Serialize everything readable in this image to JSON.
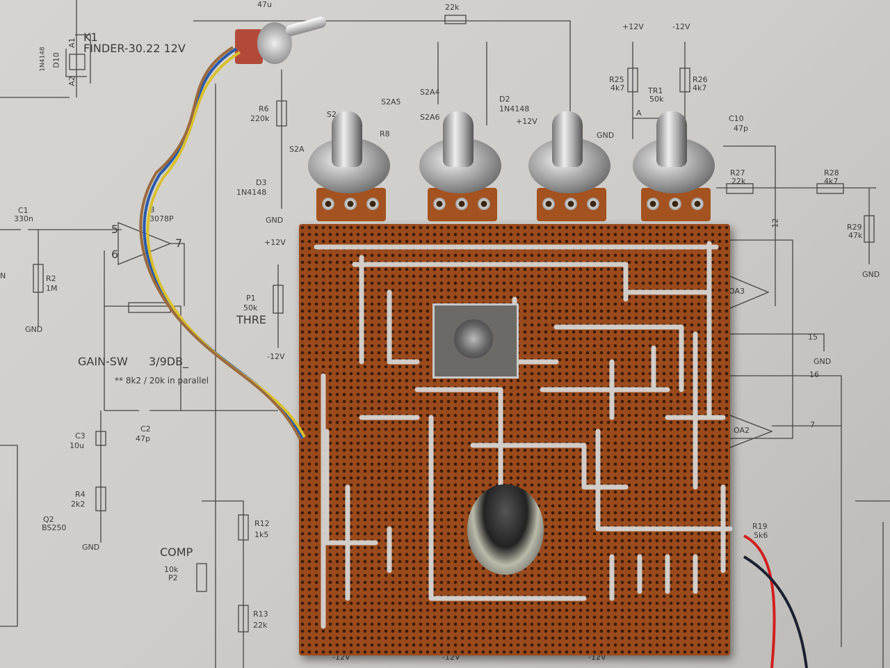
{
  "scene": {
    "description_free": true,
    "background_color": "#d2d0cc",
    "board_color": "#9a4a1c",
    "trace_color": "#d8d8d8"
  },
  "schematic_labels": {
    "k1": "K1",
    "relay": "FINDER-30.22 12V",
    "a1": "A1",
    "a2": "A2",
    "d10_part": "1N4148",
    "d10": "D10",
    "c_top": "47u",
    "r_top": "22k",
    "plus12_a": "+12V",
    "minus12_a": "-12V",
    "r25": "R25",
    "r25v": "4k7",
    "tr1": "TR1",
    "tr1v": "50k",
    "tr1a": "A",
    "r26": "R26",
    "r26v": "4k7",
    "c10": "C10",
    "c10v": "47p",
    "gnd_pot": "GND",
    "r27": "R27",
    "r27v": "22k",
    "r28": "R28",
    "r28v": "4k7",
    "r29": "R29",
    "r29v": "47k",
    "gnd_r29": "GND",
    "pin12": "12",
    "oa3": "OA3",
    "pin15": "15",
    "gnd15": "GND",
    "pin16": "16",
    "oa2": "OA2",
    "pin7b": "7",
    "r19": "R19",
    "r19v": "5k6",
    "s2a5": "S2A5",
    "s2a4": "S2A4",
    "s2a6": "S2A6",
    "d2": "D2",
    "d2v": "1N4148",
    "plus12_b": "+12V",
    "s2a_left": "S2",
    "r8": "R8",
    "r6": "R6",
    "r6v": "220k",
    "s2a2": "S2A",
    "d3": "D3",
    "d3v": "1N4148",
    "gnd_d3": "GND",
    "c1": "C1",
    "c1v": "330n",
    "r2": "R2",
    "r2v": "1M",
    "gnd_r2": "GND",
    "ic": "3078P",
    "ic_b": "B",
    "pin5": "5",
    "pin6": "6",
    "pin7": "7",
    "p1_plus": "+12V",
    "p1": "P1",
    "p1v": "50k",
    "thre": "THRE",
    "p1_minus": "-12V",
    "gain_sw": "GAIN-SW",
    "db": "3/9DB_",
    "note": "** 8k2 / 20k in parallel",
    "c3": "C3",
    "c3v": "10u",
    "c2": "C2",
    "c2v": "47p",
    "r4": "R4",
    "r4v": "2k2",
    "q2": "Q2",
    "q2v": "BS250",
    "gnd_r4": "GND",
    "comp": "COMP",
    "p2v": "10k",
    "p2": "P2",
    "r12": "R12",
    "r12v": "1k5",
    "r13": "R13",
    "r13v": "22k",
    "n": "N",
    "bottom_a": "-12V",
    "bottom_b": "-12V",
    "bottom_c": "-12V"
  }
}
